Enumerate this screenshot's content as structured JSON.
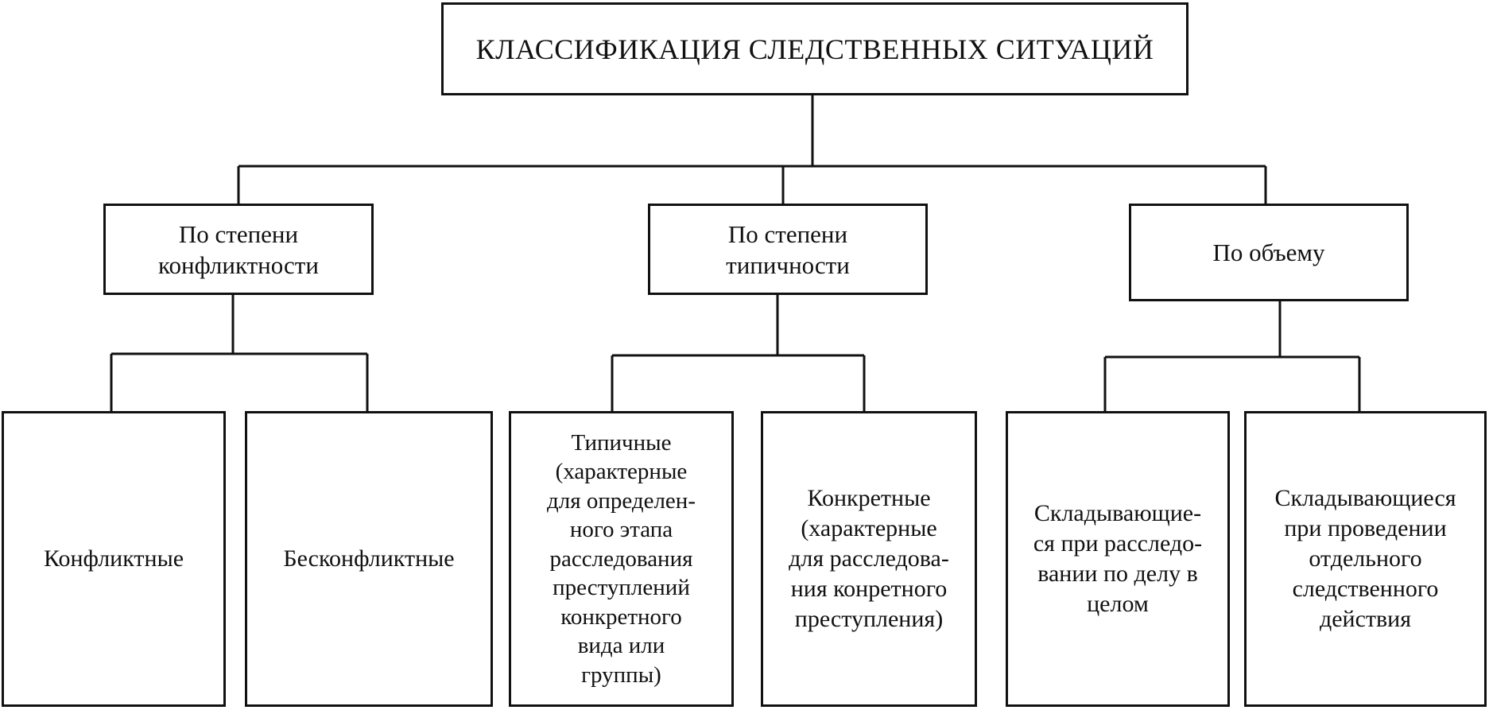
{
  "diagram": {
    "title": "КЛАССИФИКАЦИЯ СЛЕДСТВЕННЫХ СИТУАЦИЙ",
    "categories": [
      {
        "label": "По степени\nконфликтности",
        "children": [
          {
            "label": "Конфликтные"
          },
          {
            "label": "Бесконфликтные"
          }
        ]
      },
      {
        "label": "По степени\nтипичности",
        "children": [
          {
            "label": "Типичные\n(характерные\nдля определен-\nного этапа\nрасследования\nпреступлений\nконкретного\nвида или\nгруппы)"
          },
          {
            "label": "Конкретные\n(характерные\nдля расследова-\nния конретного\nпреступления)"
          }
        ]
      },
      {
        "label": "По объему",
        "children": [
          {
            "label": "Складывающие-\nся при расследо-\nвании по делу в\nцелом"
          },
          {
            "label": "Складывающиеся\nпри проведении\nотдельного\nследственного\nдействия"
          }
        ]
      }
    ],
    "colors": {
      "line": "#111111",
      "background": "#ffffff"
    }
  }
}
